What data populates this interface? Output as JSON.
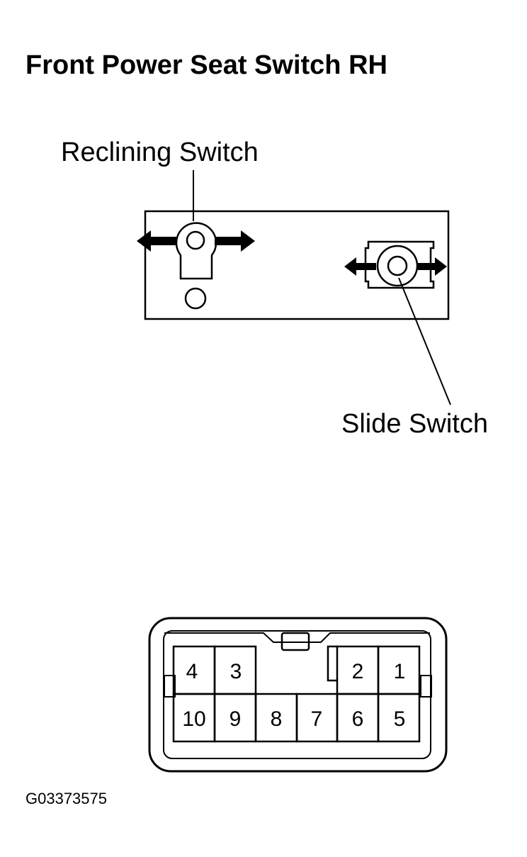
{
  "title": "Front Power Seat Switch RH",
  "labels": {
    "reclining_switch": "Reclining Switch",
    "slide_switch": "Slide Switch"
  },
  "connector": {
    "top_row": [
      "4",
      "3",
      "2",
      "1"
    ],
    "bottom_row": [
      "10",
      "9",
      "8",
      "7",
      "6",
      "5"
    ]
  },
  "figure_id": "G03373575"
}
